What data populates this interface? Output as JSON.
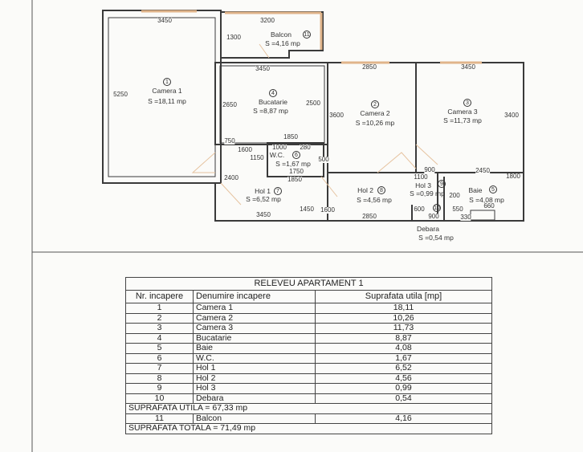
{
  "plan": {
    "rooms": [
      {
        "nr": "1",
        "name": "Camera 1",
        "area": "S =18,11 mp"
      },
      {
        "nr": "2",
        "name": "Camera 2",
        "area": "S =10,26 mp"
      },
      {
        "nr": "3",
        "name": "Camera 3",
        "area": "S =11,73 mp"
      },
      {
        "nr": "4",
        "name": "Bucatarie",
        "area": "S =8,87 mp"
      },
      {
        "nr": "5",
        "name": "Baie",
        "area": "S =4,08 mp"
      },
      {
        "nr": "6",
        "name": "W.C.",
        "area": "S =1,67 mp"
      },
      {
        "nr": "7",
        "name": "Hol 1",
        "area": "S =6,52 mp"
      },
      {
        "nr": "8",
        "name": "Hol 2",
        "area": "S =4,56 mp"
      },
      {
        "nr": "9",
        "name": "Hol 3",
        "area": "S =0,99 mp"
      },
      {
        "nr": "10",
        "name": "Debara",
        "area": "S =0,54 mp"
      },
      {
        "nr": "11",
        "name": "Balcon",
        "area": "S =4,16 mp"
      }
    ],
    "dims": [
      "3450",
      "3200",
      "1300",
      "5250",
      "3450",
      "2650",
      "2500",
      "2850",
      "3450",
      "3600",
      "3400",
      "750",
      "1850",
      "1600",
      "1000",
      "280",
      "1150",
      "500",
      "1750",
      "1850",
      "2400",
      "900",
      "2450",
      "1800",
      "1100",
      "200",
      "1450",
      "1600",
      "3450",
      "2850",
      "600",
      "900",
      "550",
      "330",
      "660"
    ],
    "colors": {
      "wall": "#3a3a3a",
      "window": "#e0b48a",
      "door": "#e6c3a0"
    }
  },
  "table": {
    "title": "RELEVEU APARTAMENT 1",
    "headers": [
      "Nr. incapere",
      "Denumire incapere",
      "Suprafata utila [mp]"
    ],
    "rows": [
      [
        "1",
        "Camera 1",
        "18,11"
      ],
      [
        "2",
        "Camera 2",
        "10,26"
      ],
      [
        "3",
        "Camera 3",
        "11,73"
      ],
      [
        "4",
        "Bucatarie",
        "8,87"
      ],
      [
        "5",
        "Baie",
        "4,08"
      ],
      [
        "6",
        "W.C.",
        "1,67"
      ],
      [
        "7",
        "Hol 1",
        "6,52"
      ],
      [
        "8",
        "Hol 2",
        "4,56"
      ],
      [
        "9",
        "Hol 3",
        "0,99"
      ],
      [
        "10",
        "Debara",
        "0,54"
      ]
    ],
    "subtotal": "SUPRAFATA UTILA = 67,33 mp",
    "balcony_row": [
      "11",
      "Balcon",
      "4,16"
    ],
    "total": "SUPRAFATA TOTALA = 71,49 mp"
  }
}
